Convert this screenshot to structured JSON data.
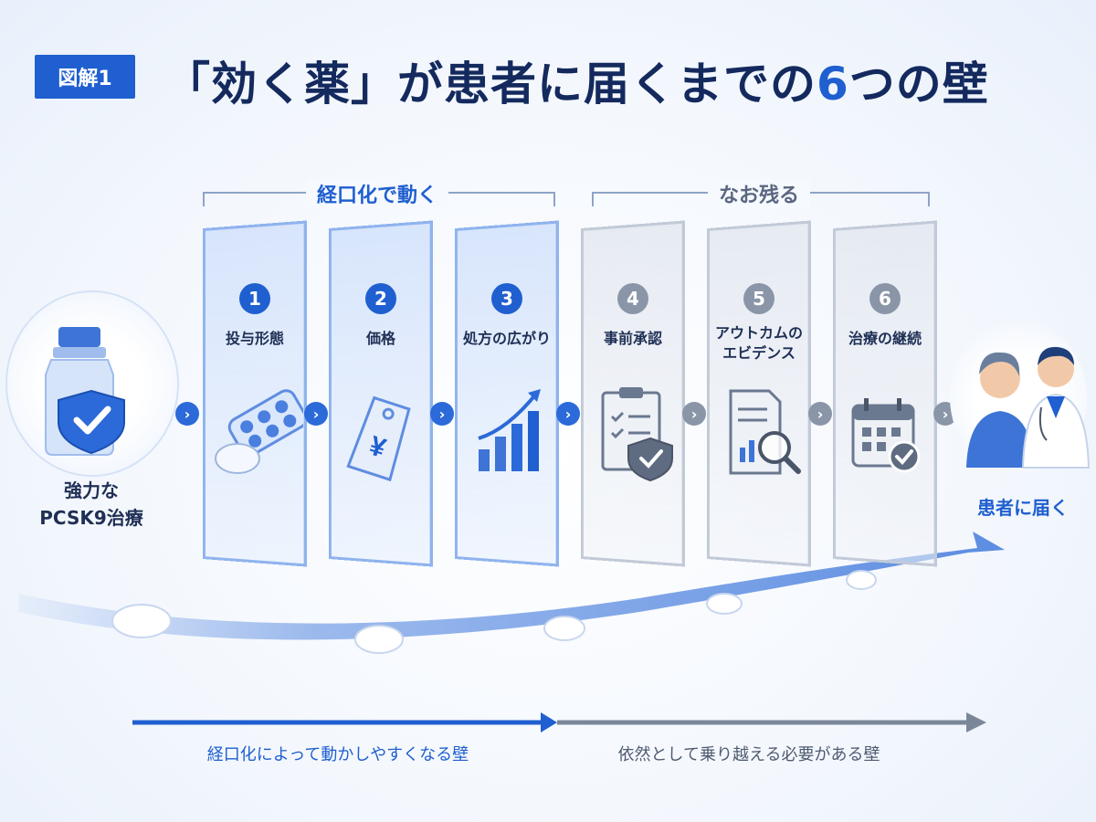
{
  "header": {
    "badge": "図解1",
    "title_main": "「効く薬」が患者に届くまでの",
    "title_num": "6",
    "title_tail": "つの壁"
  },
  "groups": {
    "moves": "経口化で動く",
    "remains": "なお残る"
  },
  "start": {
    "line1": "強力な",
    "line2": "PCSK9治療"
  },
  "end": {
    "label": "患者に届く"
  },
  "steps": [
    {
      "num": "1",
      "label": "投与形態",
      "icon": "pill-icon",
      "style": "blue"
    },
    {
      "num": "2",
      "label": "価格",
      "icon": "price-tag-icon",
      "style": "blue"
    },
    {
      "num": "3",
      "label": "処方の広がり",
      "icon": "rising-bar-chart-icon",
      "style": "blue"
    },
    {
      "num": "4",
      "label": "事前承認",
      "icon": "clipboard-shield-icon",
      "style": "gray"
    },
    {
      "num": "5",
      "label": "アウトカムの\nエビデンス",
      "icon": "report-magnifier-icon",
      "style": "gray"
    },
    {
      "num": "6",
      "label": "治療の継続",
      "icon": "calendar-check-icon",
      "style": "gray"
    }
  ],
  "price_symbol": "¥",
  "bottom": {
    "left_label": "経口化によって動かしやすくなる壁",
    "right_label": "依然として乗り越える必要がある壁"
  },
  "colors": {
    "accent": "#1f5fd0",
    "gray": "#8a96a8",
    "title": "#142a5e"
  }
}
